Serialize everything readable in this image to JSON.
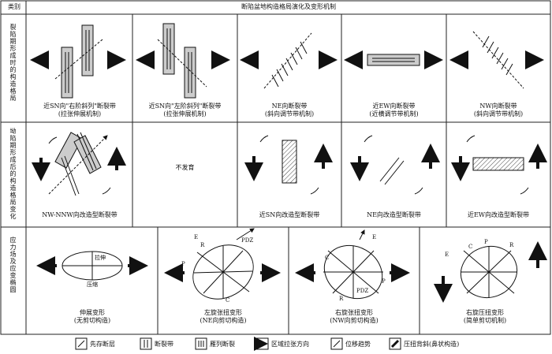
{
  "header": {
    "category": "类别",
    "title": "断陷盆地构造格局演化及变形机制"
  },
  "rows": [
    {
      "label": "裂陷期形成时的构造格局",
      "cells": [
        {
          "caption1": "近SN向\"右阶斜列\"断裂带",
          "caption2": "(拉张伸展机制)"
        },
        {
          "caption1": "近SN向\"左阶斜列\"断裂带",
          "caption2": "(拉张伸展机制)"
        },
        {
          "caption1": "NE向断裂带",
          "caption2": "(斜向调节带机制)"
        },
        {
          "caption1": "近EW向断裂带",
          "caption2": "(近横调节带机制)"
        },
        {
          "caption1": "NW向断裂带",
          "caption2": "(斜向调节带机制)"
        }
      ]
    },
    {
      "label": "坳陷期形成后的构造格局变化",
      "cells": [
        {
          "caption1": "NW-NNW向改造型断裂带"
        },
        {
          "caption1": "不发育"
        },
        {
          "caption1": "近SN向改造型断裂带"
        },
        {
          "caption1": "NE向改造型断裂带"
        },
        {
          "caption1": "近EW向改造型断裂带"
        }
      ]
    },
    {
      "label": "应力场及应变椭圆",
      "cells": [
        {
          "caption1": "伸展变形",
          "caption2": "(无剪切构造)",
          "labels": [
            "拉伸",
            "压缩"
          ]
        },
        {
          "caption1": "左旋张扭变形",
          "caption2": "(NE向剪切构造)",
          "labels": [
            "PDZ",
            "R",
            "C",
            "P",
            "E"
          ]
        },
        {
          "caption1": "右旋张扭变形",
          "caption2": "(NW向剪切构造)",
          "labels": [
            "E",
            "C",
            "R",
            "P",
            "PDZ"
          ]
        },
        {
          "caption1": "右旋压扭变形",
          "caption2": "(简单剪切机制)",
          "labels": [
            "E",
            "C",
            "P",
            "R"
          ]
        }
      ]
    }
  ],
  "legend": [
    {
      "icon": "primary-fault-icon",
      "label": "先存断层"
    },
    {
      "icon": "fault-zone-icon",
      "label": "断裂带"
    },
    {
      "icon": "en-echelon-icon",
      "label": "雁列断裂"
    },
    {
      "icon": "extension-arrow-icon",
      "label": "区域拉张方向"
    },
    {
      "icon": "displacement-icon",
      "label": "位移趋势"
    },
    {
      "icon": "compression-icon",
      "label": "压扭背斜(鼻状构造)"
    }
  ]
}
